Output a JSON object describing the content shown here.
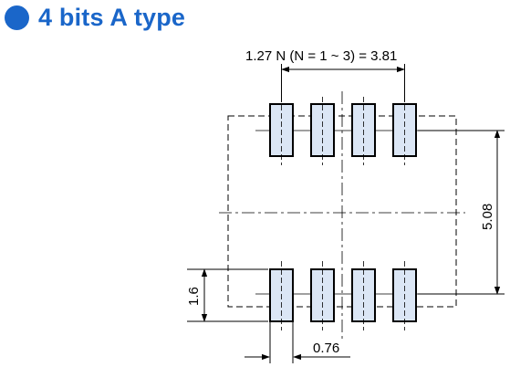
{
  "heading": {
    "title": "4 bits A type",
    "accent_color": "#1a66c9"
  },
  "dimensions": {
    "pitch": "1.27 N (N = 1 ~ 3) = 3.81",
    "row_spacing": "5.08",
    "pad_length": "1.6",
    "pad_width": "0.76"
  },
  "colors": {
    "pad_fill": "#dbe6f5",
    "line": "#000000"
  }
}
